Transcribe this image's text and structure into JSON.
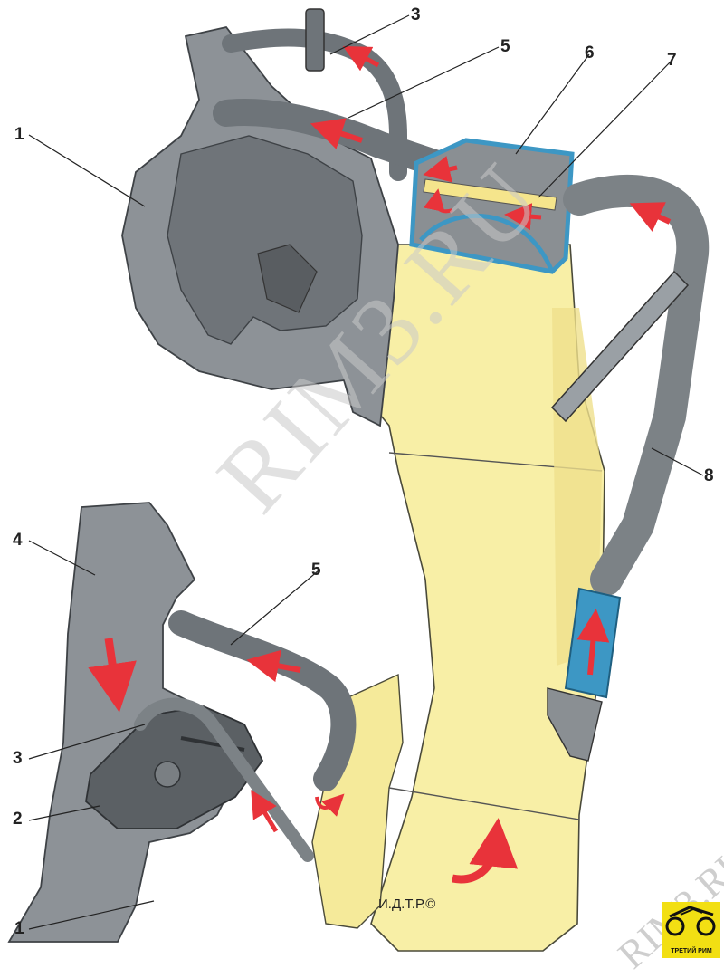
{
  "callouts": {
    "c1_top": "1",
    "c3_top": "3",
    "c5_top": "5",
    "c6": "6",
    "c7": "7",
    "c8": "8",
    "c4": "4",
    "c5_bottom": "5",
    "c3_bottom": "3",
    "c2": "2",
    "c1_bottom": "1"
  },
  "watermark_main": "RIM3.RU",
  "watermark_corner": "RIM3.RU",
  "copyright": "И.Д.Т.Р.©",
  "logo": {
    "label": "ТРЕТИЙ РИМ",
    "icon": "wheel-logo-icon",
    "color": "#f2df13"
  },
  "colors": {
    "housing": "#f8efa6",
    "hose": "#7c8286",
    "arrow": "#e8333a",
    "cutaway": "#3d97c4"
  }
}
